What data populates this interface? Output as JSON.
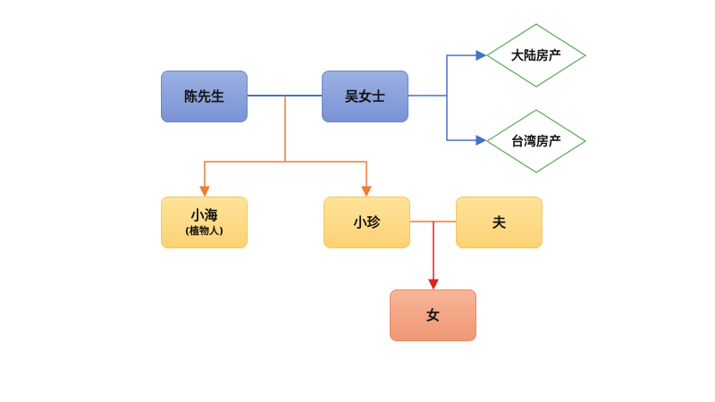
{
  "nodes": {
    "mr_chen": {
      "label": "陈先生"
    },
    "ms_wu": {
      "label": "吴女士"
    },
    "mainland_property": {
      "label": "大陆房产"
    },
    "taiwan_property": {
      "label": "台湾房产"
    },
    "xiaohai": {
      "label": "小海",
      "note": "(植物人)"
    },
    "xiaozhen": {
      "label": "小珍"
    },
    "husband": {
      "label": "夫"
    },
    "daughter": {
      "label": "女"
    }
  },
  "colors": {
    "parent_fill": "#8aa1dc",
    "child_fill": "#fcd97f",
    "grandchild_fill": "#f3a581",
    "property_stroke": "#5aa85a",
    "marriage_line_blue": "#4472c4",
    "descent_line_orange": "#ed7d31",
    "descent_line_red": "#e02020"
  }
}
